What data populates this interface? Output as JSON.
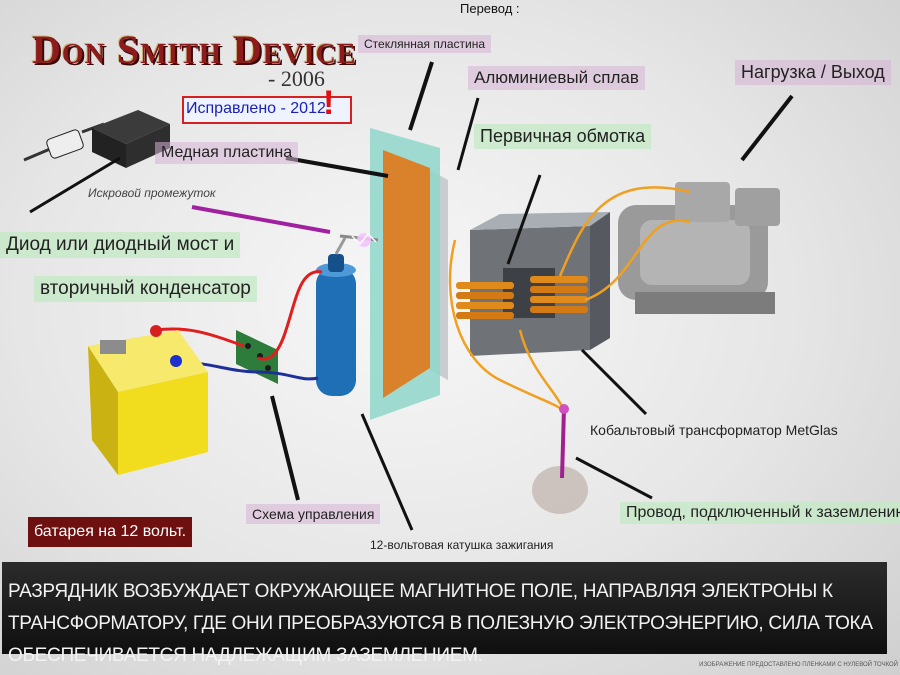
{
  "header_note": "Перевод :",
  "title": "Don Smith Device",
  "year": "2006",
  "corrected": "Исправлено - 2012",
  "corrected_mark": "!",
  "labels": {
    "glass_plate": "Стеклянная пластина",
    "aluminum_alloy": "Алюминиевый сплав",
    "primary_winding": "Первичная обмотка",
    "load_output": "Нагрузка / Выход",
    "copper_plate": "Медная пластина",
    "spark_gap": "Искровой промежуток",
    "diode_bridge": "Диод или диодный мост и",
    "secondary_capacitor": "вторичный конденсатор",
    "metglas_transformer": "Кобальтовый трансформатор MetGlas",
    "ground_wire": "Провод, подключенный к заземлению",
    "battery": "батарея на 12 вольт.",
    "control_circuit": "Схема управления",
    "ignition_coil": "12-вольтовая катушка зажигания"
  },
  "caption": "РАЗРЯДНИК ВОЗБУЖДАЕТ ОКРУЖАЮЩЕЕ МАГНИТНОЕ ПОЛЕ, НАПРАВЛЯЯ ЭЛЕКТРОНЫ К ТРАНСФОРМАТОРУ, ГДЕ ОНИ ПРЕОБРАЗУЮТСЯ В ПОЛЕЗНУЮ ЭЛЕКТРОЭНЕРГИЮ, СИЛА ТОКА ОБЕСПЕЧИВАЕТСЯ НАДЛЕЖАЩИМ ЗАЗЕМЛЕНИЕМ.",
  "credit": "ИЗОБРАЖЕНИЕ ПРЕДОСТАВЛЕНО ПЛЕНКАМИ С НУЛЕВОЙ ТОЧКОЙ",
  "colors": {
    "copper": "#d9822b",
    "glass": "#8fd6c9",
    "battery": "#f2dc1e",
    "coil": "#1e6fb5",
    "wire": "#e01e1e",
    "load_wire": "#f0a020"
  }
}
